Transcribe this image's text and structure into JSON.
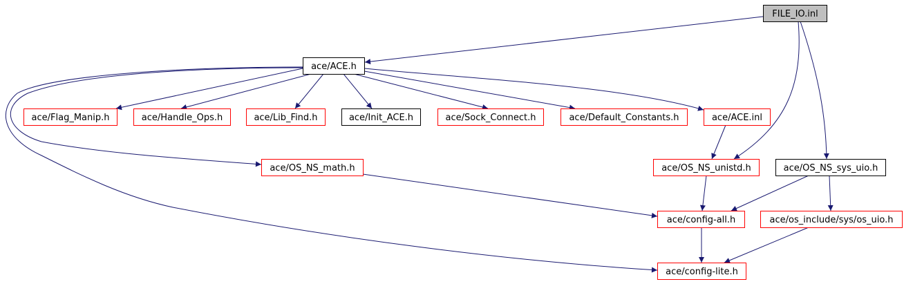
{
  "colors": {
    "edge": "#191970",
    "link_border": "#ff0000",
    "plain_border": "#000000",
    "root_fill": "#bfbfbf",
    "node_fill": "#ffffff"
  },
  "nodes": [
    {
      "id": "file-io-inl",
      "label": "FILE_IO.inl",
      "style": "root"
    },
    {
      "id": "ace-h",
      "label": "ace/ACE.h",
      "style": "plain"
    },
    {
      "id": "flag-manip",
      "label": "ace/Flag_Manip.h",
      "style": "link"
    },
    {
      "id": "handle-ops",
      "label": "ace/Handle_Ops.h",
      "style": "link"
    },
    {
      "id": "lib-find",
      "label": "ace/Lib_Find.h",
      "style": "link"
    },
    {
      "id": "init-ace",
      "label": "ace/Init_ACE.h",
      "style": "plain"
    },
    {
      "id": "sock-connect",
      "label": "ace/Sock_Connect.h",
      "style": "link"
    },
    {
      "id": "default-constants",
      "label": "ace/Default_Constants.h",
      "style": "link"
    },
    {
      "id": "ace-inl",
      "label": "ace/ACE.inl",
      "style": "link"
    },
    {
      "id": "os-ns-math",
      "label": "ace/OS_NS_math.h",
      "style": "link"
    },
    {
      "id": "os-ns-unistd",
      "label": "ace/OS_NS_unistd.h",
      "style": "link"
    },
    {
      "id": "os-ns-sys-uio",
      "label": "ace/OS_NS_sys_uio.h",
      "style": "plain"
    },
    {
      "id": "config-all",
      "label": "ace/config-all.h",
      "style": "link"
    },
    {
      "id": "os-uio",
      "label": "ace/os_include/sys/os_uio.h",
      "style": "link"
    },
    {
      "id": "config-lite",
      "label": "ace/config-lite.h",
      "style": "link"
    }
  ],
  "edges": [
    [
      "file-io-inl",
      "ace-h"
    ],
    [
      "file-io-inl",
      "os-ns-unistd"
    ],
    [
      "file-io-inl",
      "os-ns-sys-uio"
    ],
    [
      "ace-h",
      "flag-manip"
    ],
    [
      "ace-h",
      "handle-ops"
    ],
    [
      "ace-h",
      "lib-find"
    ],
    [
      "ace-h",
      "init-ace"
    ],
    [
      "ace-h",
      "sock-connect"
    ],
    [
      "ace-h",
      "default-constants"
    ],
    [
      "ace-h",
      "ace-inl"
    ],
    [
      "ace-h",
      "os-ns-math"
    ],
    [
      "ace-h",
      "config-lite"
    ],
    [
      "ace-inl",
      "os-ns-unistd"
    ],
    [
      "os-ns-math",
      "config-all"
    ],
    [
      "os-ns-unistd",
      "config-all"
    ],
    [
      "os-ns-sys-uio",
      "config-all"
    ],
    [
      "os-ns-sys-uio",
      "os-uio"
    ],
    [
      "config-all",
      "config-lite"
    ],
    [
      "os-uio",
      "config-lite"
    ]
  ]
}
